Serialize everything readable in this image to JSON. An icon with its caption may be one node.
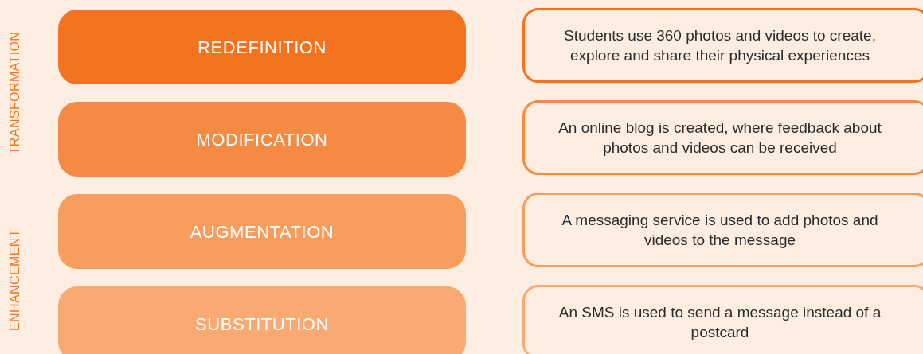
{
  "diagram": {
    "nodes": [
      {
        "text": [
          "REDEFINITION"
        ]
      },
      {
        "text": [
          "Students use 360 photos and videos to create, explore and share their physical experiences"
        ]
      },
      {
        "text": [
          "MODIFICATION"
        ]
      },
      {
        "text": [
          "An online blog is created, where feedback about photos and videos can be received"
        ]
      },
      {
        "text": [
          "AUGMENTATION"
        ]
      },
      {
        "text": [
          "A messaging service is used to add photos and videos to the message"
        ]
      },
      {
        "text": [
          "SUBSTITUTION"
        ]
      },
      {
        "text": [
          "An SMS is used to send a message instead of a postcard"
        ]
      }
    ],
    "labels": [
      "TRANSFORMATION",
      "ENHANCEMENT"
    ]
  }
}
